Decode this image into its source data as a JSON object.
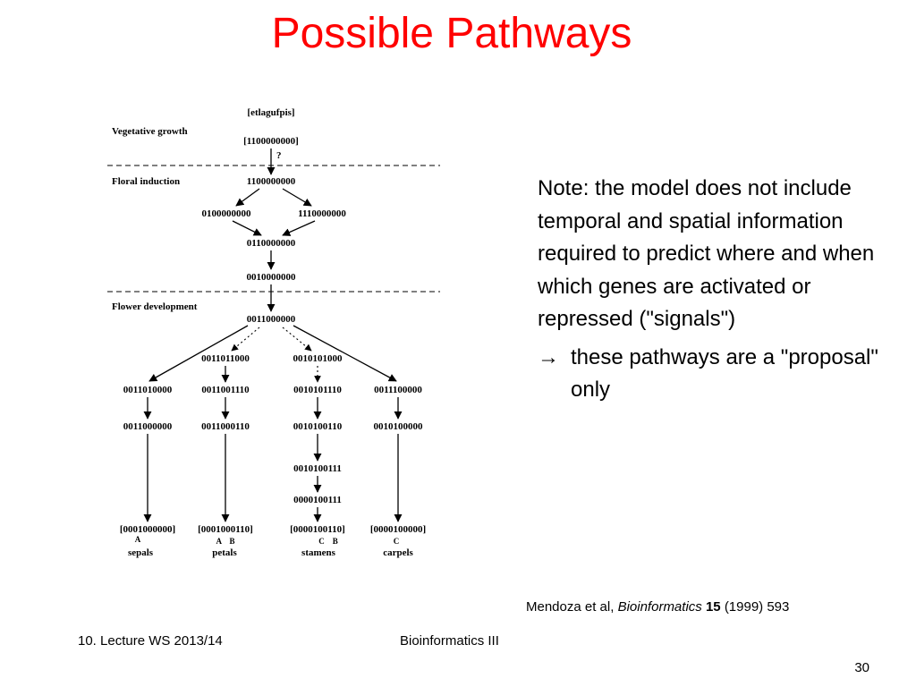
{
  "slide": {
    "title": "Possible Pathways",
    "note": {
      "main": "Note: the model does not include temporal and spatial information required to predict where and when which genes are activated or repressed (\"signals\")",
      "bullet_symbol": "→",
      "bullet": "these pathways are a \"proposal\" only"
    },
    "citation": {
      "authors": "Mendoza et al,",
      "journal": "Bioinformatics",
      "volume": "15",
      "rest": "(1999) 593"
    },
    "footer": {
      "left": "10. Lecture WS 2013/14",
      "center": "Bioinformatics III",
      "page": "30"
    }
  },
  "diagram": {
    "header": "[etlagufpis]",
    "phases": [
      "Vegetative growth",
      "Floral induction",
      "Flower development"
    ],
    "question_mark": "?",
    "nodes": {
      "veg": "[1100000000]",
      "ind_top": "1100000000",
      "ind_left": "0100000000",
      "ind_right": "1110000000",
      "ind_mid": "0110000000",
      "ind_bottom": "0010000000",
      "dev_top": "0011000000",
      "b2_first": "0011011000",
      "b3_first": "0010101000",
      "b1_a": "0011010000",
      "b2_a": "0011001110",
      "b3_a": "0010101110",
      "b4_a": "0011100000",
      "b1_b": "0011000000",
      "b2_b": "0011000110",
      "b3_b": "0010100110",
      "b4_b": "0010100000",
      "b3_c": "0010100111",
      "b3_d": "0000100111",
      "end_sepals": "[0001000000]",
      "end_petals": "[0001000110]",
      "end_stamens": "[0000100110]",
      "end_carpels": "[0000100000]"
    },
    "organs": {
      "sepals": "sepals",
      "petals": "petals",
      "stamens": "stamens",
      "carpels": "carpels"
    },
    "gene_classes": {
      "sepals": "A",
      "petals": "A    B",
      "stamens": "C    B",
      "carpels": "C"
    }
  }
}
